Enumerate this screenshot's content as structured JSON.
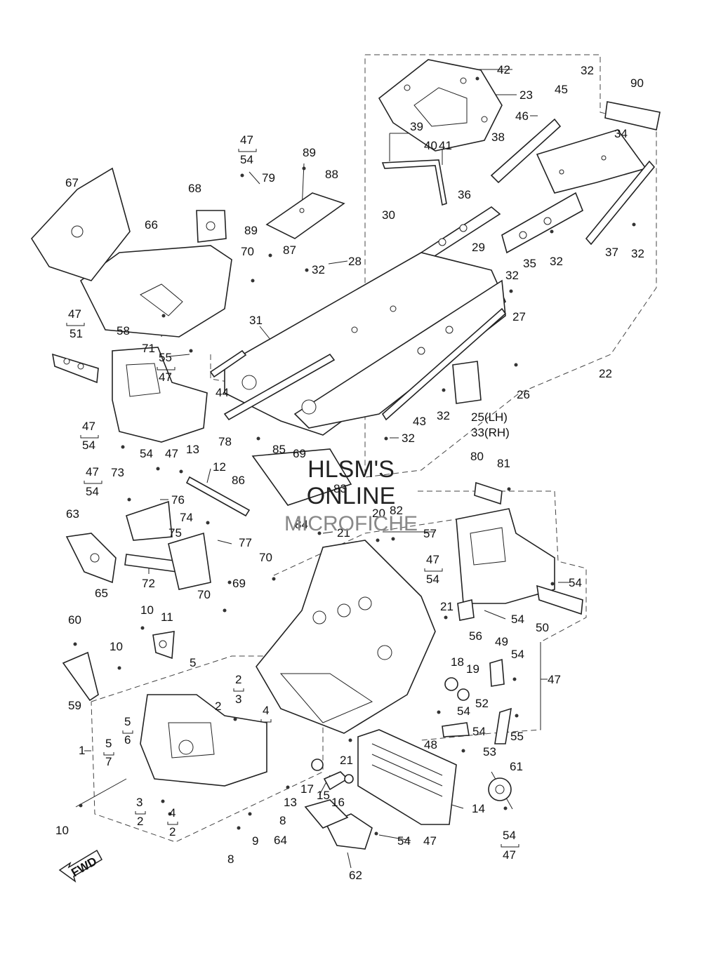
{
  "watermark": {
    "line1": "HLSM'S",
    "line2": "ONLINE",
    "line3": "MICROFICHE"
  },
  "fwd_label": "FWD",
  "callouts": [
    {
      "id": "c42",
      "text": "42"
    },
    {
      "id": "c23",
      "text": "23"
    },
    {
      "id": "c32a",
      "text": "32"
    },
    {
      "id": "c45",
      "text": "45"
    },
    {
      "id": "c90",
      "text": "90"
    },
    {
      "id": "c46",
      "text": "46"
    },
    {
      "id": "c39",
      "text": "39"
    },
    {
      "id": "c40",
      "text": "40"
    },
    {
      "id": "c41",
      "text": "41"
    },
    {
      "id": "c38",
      "text": "38"
    },
    {
      "id": "c34",
      "text": "34"
    },
    {
      "id": "c47a",
      "text": "47"
    },
    {
      "id": "c54a",
      "text": "54"
    },
    {
      "id": "c89a",
      "text": "89"
    },
    {
      "id": "c88",
      "text": "88"
    },
    {
      "id": "c79",
      "text": "79"
    },
    {
      "id": "c67",
      "text": "67"
    },
    {
      "id": "c68",
      "text": "68"
    },
    {
      "id": "c66",
      "text": "66"
    },
    {
      "id": "c36",
      "text": "36"
    },
    {
      "id": "c30",
      "text": "30"
    },
    {
      "id": "c89b",
      "text": "89"
    },
    {
      "id": "c87",
      "text": "87"
    },
    {
      "id": "c28",
      "text": "28"
    },
    {
      "id": "c29",
      "text": "29"
    },
    {
      "id": "c35",
      "text": "35"
    },
    {
      "id": "c32b",
      "text": "32"
    },
    {
      "id": "c37",
      "text": "37"
    },
    {
      "id": "c32c",
      "text": "32"
    },
    {
      "id": "c70a",
      "text": "70"
    },
    {
      "id": "c32d",
      "text": "32"
    },
    {
      "id": "c32e",
      "text": "32"
    },
    {
      "id": "c47b",
      "text": "47"
    },
    {
      "id": "c51",
      "text": "51"
    },
    {
      "id": "c31",
      "text": "31"
    },
    {
      "id": "c27",
      "text": "27"
    },
    {
      "id": "c71",
      "text": "71"
    },
    {
      "id": "c58",
      "text": "58"
    },
    {
      "id": "c55a",
      "text": "55"
    },
    {
      "id": "c47c",
      "text": "47"
    },
    {
      "id": "c44",
      "text": "44"
    },
    {
      "id": "c22",
      "text": "22"
    },
    {
      "id": "c26",
      "text": "26"
    },
    {
      "id": "c32f",
      "text": "32"
    },
    {
      "id": "c43",
      "text": "43"
    },
    {
      "id": "c25",
      "text": "25(LH)"
    },
    {
      "id": "c33",
      "text": "33(RH)"
    },
    {
      "id": "c32g",
      "text": "32"
    },
    {
      "id": "c78",
      "text": "78"
    },
    {
      "id": "c47d",
      "text": "47"
    },
    {
      "id": "c54b",
      "text": "54"
    },
    {
      "id": "c85",
      "text": "85"
    },
    {
      "id": "c69a",
      "text": "69"
    },
    {
      "id": "c54c",
      "text": "54"
    },
    {
      "id": "c47e",
      "text": "47"
    },
    {
      "id": "c13a",
      "text": "13"
    },
    {
      "id": "c12",
      "text": "12"
    },
    {
      "id": "c86",
      "text": "86"
    },
    {
      "id": "c83",
      "text": "83"
    },
    {
      "id": "c80",
      "text": "80"
    },
    {
      "id": "c81",
      "text": "81"
    },
    {
      "id": "c47f",
      "text": "47"
    },
    {
      "id": "c54d",
      "text": "54"
    },
    {
      "id": "c73",
      "text": "73"
    },
    {
      "id": "c76",
      "text": "76"
    },
    {
      "id": "c20",
      "text": "20"
    },
    {
      "id": "c82",
      "text": "82"
    },
    {
      "id": "c63",
      "text": "63"
    },
    {
      "id": "c74",
      "text": "74"
    },
    {
      "id": "c75",
      "text": "75"
    },
    {
      "id": "c84",
      "text": "84"
    },
    {
      "id": "c21a",
      "text": "21"
    },
    {
      "id": "c57",
      "text": "57"
    },
    {
      "id": "c77",
      "text": "77"
    },
    {
      "id": "c70b",
      "text": "70"
    },
    {
      "id": "c47g",
      "text": "47"
    },
    {
      "id": "c54e",
      "text": "54"
    },
    {
      "id": "c54f",
      "text": "54"
    },
    {
      "id": "c72",
      "text": "72"
    },
    {
      "id": "c65",
      "text": "65"
    },
    {
      "id": "c69b",
      "text": "69"
    },
    {
      "id": "c70c",
      "text": "70"
    },
    {
      "id": "c21b",
      "text": "21"
    },
    {
      "id": "c50",
      "text": "50"
    },
    {
      "id": "c54g",
      "text": "54"
    },
    {
      "id": "c10a",
      "text": "10"
    },
    {
      "id": "c11",
      "text": "11"
    },
    {
      "id": "c56",
      "text": "56"
    },
    {
      "id": "c60",
      "text": "60"
    },
    {
      "id": "c49",
      "text": "49"
    },
    {
      "id": "c54h",
      "text": "54"
    },
    {
      "id": "c10b",
      "text": "10"
    },
    {
      "id": "c18",
      "text": "18"
    },
    {
      "id": "c19",
      "text": "19"
    },
    {
      "id": "c47h",
      "text": "47"
    },
    {
      "id": "c5a",
      "text": "5"
    },
    {
      "id": "c59",
      "text": "59"
    },
    {
      "id": "c2a",
      "text": "2"
    },
    {
      "id": "c3a",
      "text": "3"
    },
    {
      "id": "c52",
      "text": "52"
    },
    {
      "id": "c54i",
      "text": "54"
    },
    {
      "id": "c2b",
      "text": "2"
    },
    {
      "id": "c4a",
      "text": "4"
    },
    {
      "id": "c5b",
      "text": "5"
    },
    {
      "id": "c6",
      "text": "6"
    },
    {
      "id": "c54j",
      "text": "54"
    },
    {
      "id": "c1",
      "text": "1"
    },
    {
      "id": "c5c",
      "text": "5"
    },
    {
      "id": "c7",
      "text": "7"
    },
    {
      "id": "c48",
      "text": "48"
    },
    {
      "id": "c53",
      "text": "53"
    },
    {
      "id": "c55b",
      "text": "55"
    },
    {
      "id": "c21c",
      "text": "21"
    },
    {
      "id": "c61",
      "text": "61"
    },
    {
      "id": "c17",
      "text": "17"
    },
    {
      "id": "c15",
      "text": "15"
    },
    {
      "id": "c16",
      "text": "16"
    },
    {
      "id": "c13b",
      "text": "13"
    },
    {
      "id": "c3b",
      "text": "3"
    },
    {
      "id": "c14",
      "text": "14"
    },
    {
      "id": "c2c",
      "text": "2"
    },
    {
      "id": "c4b",
      "text": "4"
    },
    {
      "id": "c8a",
      "text": "8"
    },
    {
      "id": "c10c",
      "text": "10"
    },
    {
      "id": "c2d",
      "text": "2"
    },
    {
      "id": "c9",
      "text": "9"
    },
    {
      "id": "c64",
      "text": "64"
    },
    {
      "id": "c54k",
      "text": "54"
    },
    {
      "id": "c47i",
      "text": "47"
    },
    {
      "id": "c54l",
      "text": "54"
    },
    {
      "id": "c8b",
      "text": "8"
    },
    {
      "id": "c47j",
      "text": "47"
    },
    {
      "id": "c62",
      "text": "62"
    }
  ]
}
